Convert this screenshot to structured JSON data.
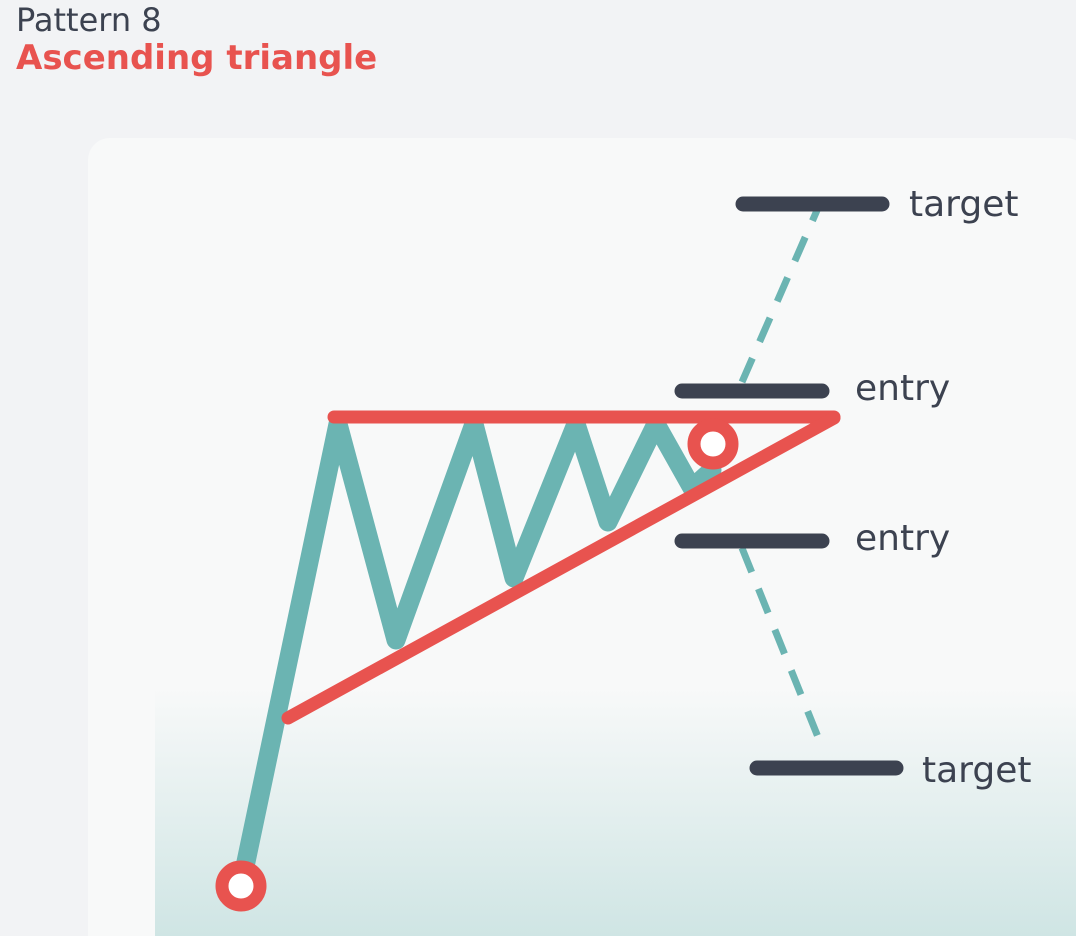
{
  "header": {
    "subtitle": "Pattern 8",
    "title": "Ascending triangle"
  },
  "diagram": {
    "labels": {
      "target_top": "target",
      "entry_top": "entry",
      "entry_bottom": "entry",
      "target_bottom": "target"
    }
  },
  "colors": {
    "accent_red": "#e8534f",
    "price_line_teal": "#6bb4b2",
    "level_dark": "#3c4250",
    "background": "#f2f3f5",
    "card": "#f8f9f9"
  }
}
